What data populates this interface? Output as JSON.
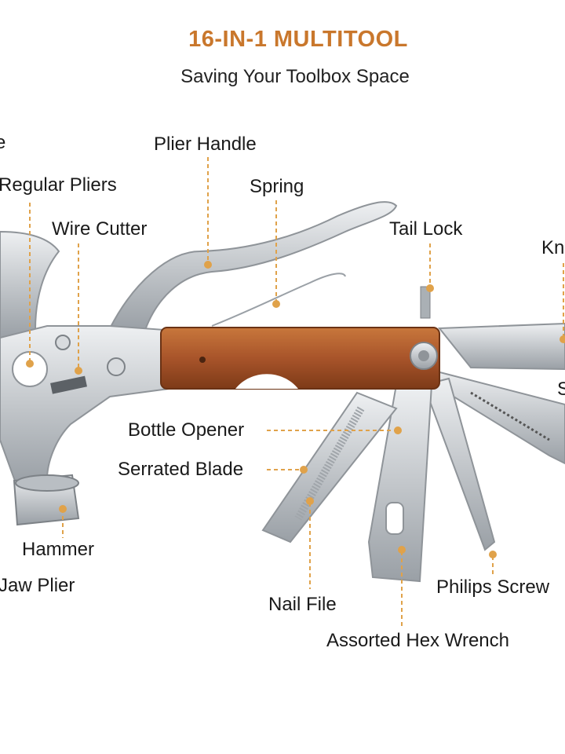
{
  "header": {
    "title": "16-IN-1 MULTITOOL",
    "subtitle": "Saving Your Toolbox Space"
  },
  "labels": {
    "edge_fragment": "e",
    "plier_handle": "Plier Handle",
    "regular_pliers": "Regular Pliers",
    "spring": "Spring",
    "wire_cutter": "Wire Cutter",
    "tail_lock": "Tail Lock",
    "knife_fragment": "Kn",
    "s_fragment": "S",
    "bottle_opener": "Bottle Opener",
    "serrated_blade": "Serrated Blade",
    "hammer": "Hammer",
    "jaw_plier": "Jaw Plier",
    "nail_file": "Nail File",
    "philips_screw": "Philips Screw",
    "hex_wrench": "Assorted Hex Wrench"
  },
  "colors": {
    "accent": "#c9772c",
    "leader": "#e0a24a",
    "steel": "#c9ccd0",
    "steel_dark": "#8f9499",
    "wood": "#b5642e",
    "wood_dark": "#7a3b17"
  }
}
